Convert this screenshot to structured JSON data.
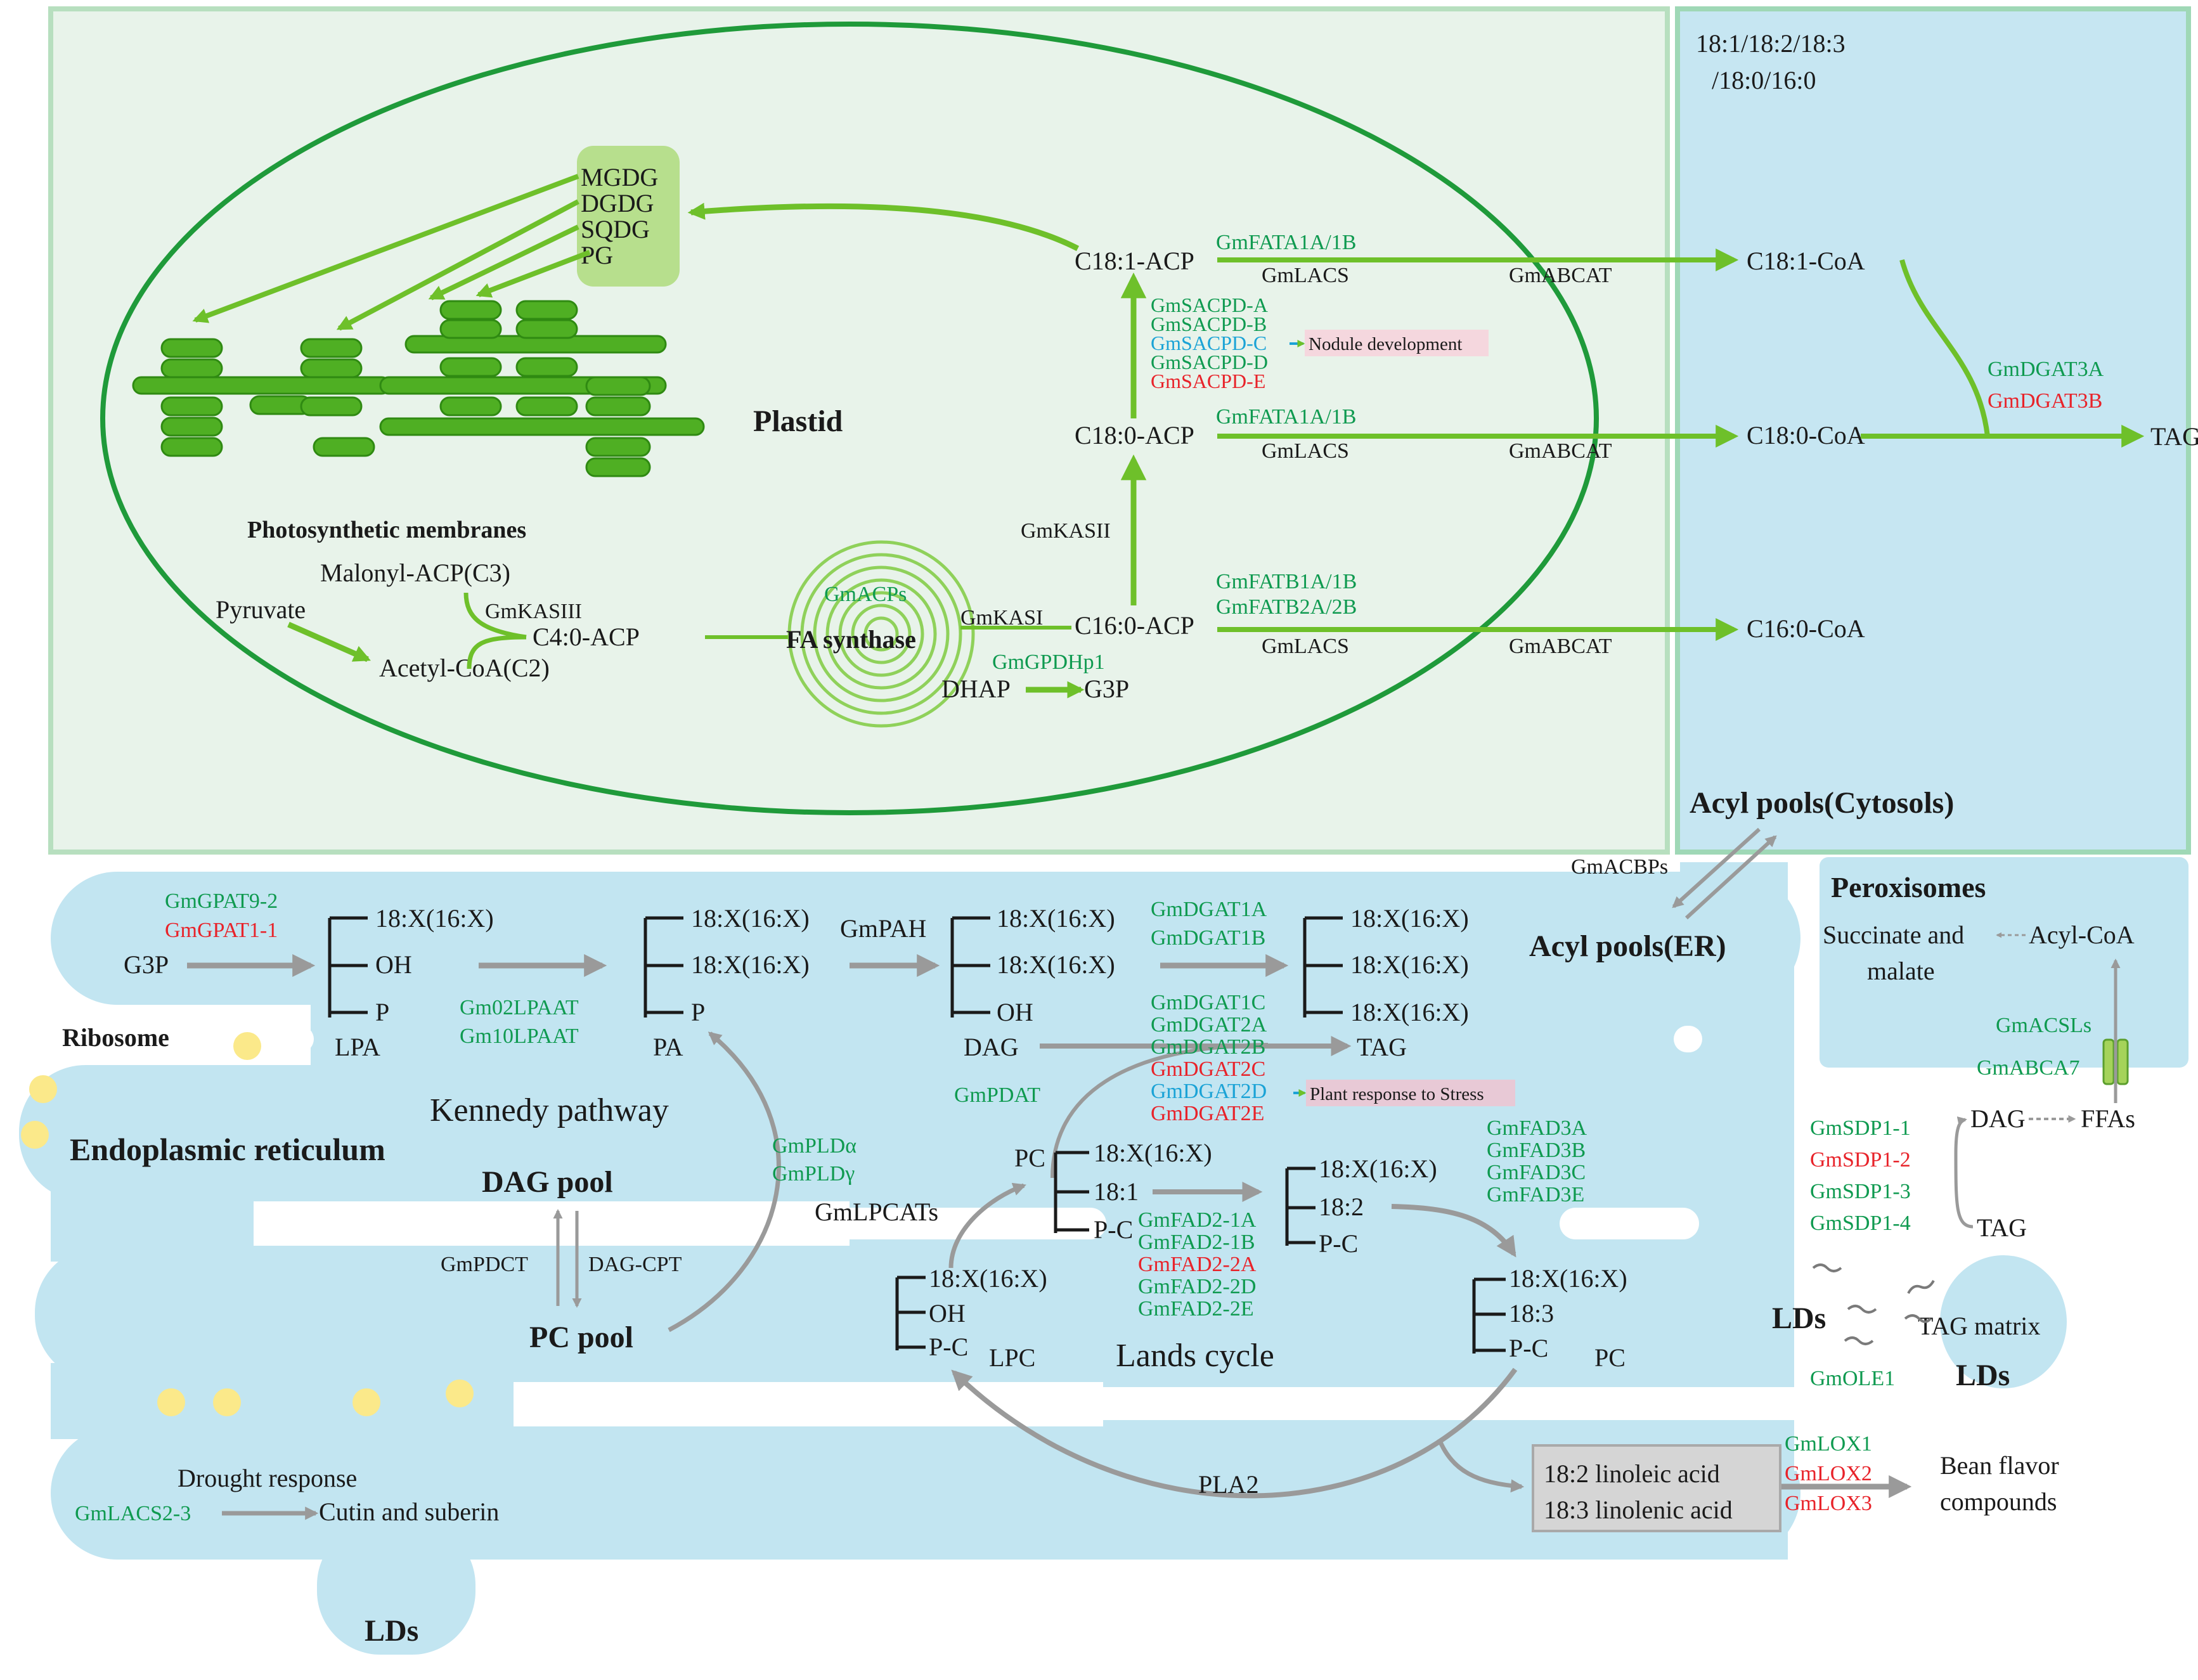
{
  "colors": {
    "plastid_bg": "#e8f3ea",
    "cytosol_bg": "#c6e6f2",
    "er_bg": "#c2e5f1",
    "green_arrow": "#6ec02a",
    "membrane_green": "#4faf23",
    "grey_arrow": "#9a9a9a",
    "gene_green": "#0f9a50",
    "gene_red": "#e8232a",
    "gene_blue": "#1ba3d6",
    "note_pink": "#f5d7de",
    "lipid_droplet": "#fbe98a"
  },
  "plastid": {
    "title": "Plastid",
    "membranes_label": "Photosynthetic membranes",
    "galactolipids": [
      "MGDG",
      "DGDG",
      "SQDG",
      "PG"
    ],
    "pyruvate": "Pyruvate",
    "malonyl": "Malonyl-ACP(C3)",
    "gmkasiii": "GmKASIII",
    "acetylcoa": "Acetyl-CoA(C2)",
    "c4": "C4:0-ACP",
    "gmacps": "GmACPs",
    "fa_synthase": "FA synthase",
    "gmkasi": "GmKASI",
    "c16acp": "C16:0-ACP",
    "gmkasii": "GmKASII",
    "c18_0acp": "C18:0-ACP",
    "c18_1acp": "C18:1-ACP",
    "gmgpdhp1": "GmGPDHp1",
    "dhap": "DHAP",
    "g3p": "G3P",
    "sacpd": [
      "GmSACPD-A",
      "GmSACPD-B",
      "GmSACPD-C",
      "GmSACPD-D",
      "GmSACPD-E"
    ],
    "nodule": "Nodule development",
    "fata_1": "GmFATA1A/1B",
    "fata_2": "GmFATA1A/1B",
    "fatb_1": "GmFATB1A/1B",
    "fatb_2": "GmFATB2A/2B",
    "lacs_1": "GmLACS",
    "lacs_2": "GmLACS",
    "lacs_3": "GmLACS"
  },
  "cytosol": {
    "fatty_acids_1": "18:1/18:2/18:3",
    "fatty_acids_2": "/18:0/16:0",
    "abcat_1": "GmABCAT",
    "abcat_2": "GmABCAT",
    "abcat_3": "GmABCAT",
    "c18_1coa": "C18:1-CoA",
    "c18_0coa": "C18:0-CoA",
    "c16coa": "C16:0-CoA",
    "dgat3a": "GmDGAT3A",
    "dgat3b": "GmDGAT3B",
    "tags": "TAGs",
    "acyl_cytosol": "Acyl pools(Cytosols)",
    "gmacbps": "GmACBPs",
    "acyl_er": "Acyl pools(ER)"
  },
  "peroxisome": {
    "title": "Peroxisomes",
    "succinate": "Succinate and",
    "malate": "malate",
    "acylcoa": "Acyl-CoA",
    "acsls": "GmACSLs",
    "abca7": "GmABCA7",
    "dag": "DAG",
    "ffas": "FFAs",
    "sdp1": [
      "GmSDP1-1",
      "GmSDP1-2",
      "GmSDP1-3",
      "GmSDP1-4"
    ],
    "tag": "TAG"
  },
  "er": {
    "ribosome": "Ribosome",
    "er_label": "Endoplasmic reticulum",
    "gpat92": "GmGPAT9-2",
    "gpat11": "GmGPAT1-1",
    "g3p": "G3P",
    "lpa": "LPA",
    "oh": "OH",
    "p": "P",
    "lpaat1": "Gm02LPAAT",
    "lpaat2": "Gm10LPAAT",
    "pa": "PA",
    "gmpah": "GmPAH",
    "dag": "DAG",
    "dgat1": [
      "GmDGAT1A",
      "GmDGAT1B"
    ],
    "dgat2": [
      "GmDGAT1C",
      "GmDGAT2A",
      "GmDGAT2B",
      "GmDGAT2C",
      "GmDGAT2D",
      "GmDGAT2E"
    ],
    "stress": "Plant response to Stress",
    "tag": "TAG",
    "gmpdat": "GmPDAT",
    "kennedy": "Kennedy pathway",
    "dag_pool": "DAG pool",
    "pc_pool": "PC pool",
    "gmpdct": "GmPDCT",
    "dagcpt": "DAG-CPT",
    "pld_a": "GmPLDα",
    "pld_g": "GmPLDγ",
    "gmlpcats": "GmLPCATs",
    "pc": "PC",
    "pc2": "PC",
    "lpc": "LPC",
    "pc_chain": "P-C",
    "x_chain": "18:X(16:X)",
    "c181": "18:1",
    "c182": "18:2",
    "c183": "18:3",
    "fad2": [
      "GmFAD2-1A",
      "GmFAD2-1B",
      "GmFAD2-2A",
      "GmFAD2-2D",
      "GmFAD2-2E"
    ],
    "fad3": [
      "GmFAD3A",
      "GmFAD3B",
      "GmFAD3C",
      "GmFAD3E"
    ],
    "lands": "Lands cycle",
    "pla2": "PLA2",
    "linoleic": "18:2 linoleic acid",
    "linolenic": "18:3 linolenic acid",
    "lox": [
      "GmLOX1",
      "GmLOX2",
      "GmLOX3"
    ],
    "bean1": "Bean flavor",
    "bean2": "compounds",
    "drought": "Drought response",
    "lacs23": "GmLACS2-3",
    "cutin": "Cutin and suberin",
    "lds": "LDs",
    "tag_matrix": "TAG matrix",
    "gmole1": "GmOLE1"
  }
}
